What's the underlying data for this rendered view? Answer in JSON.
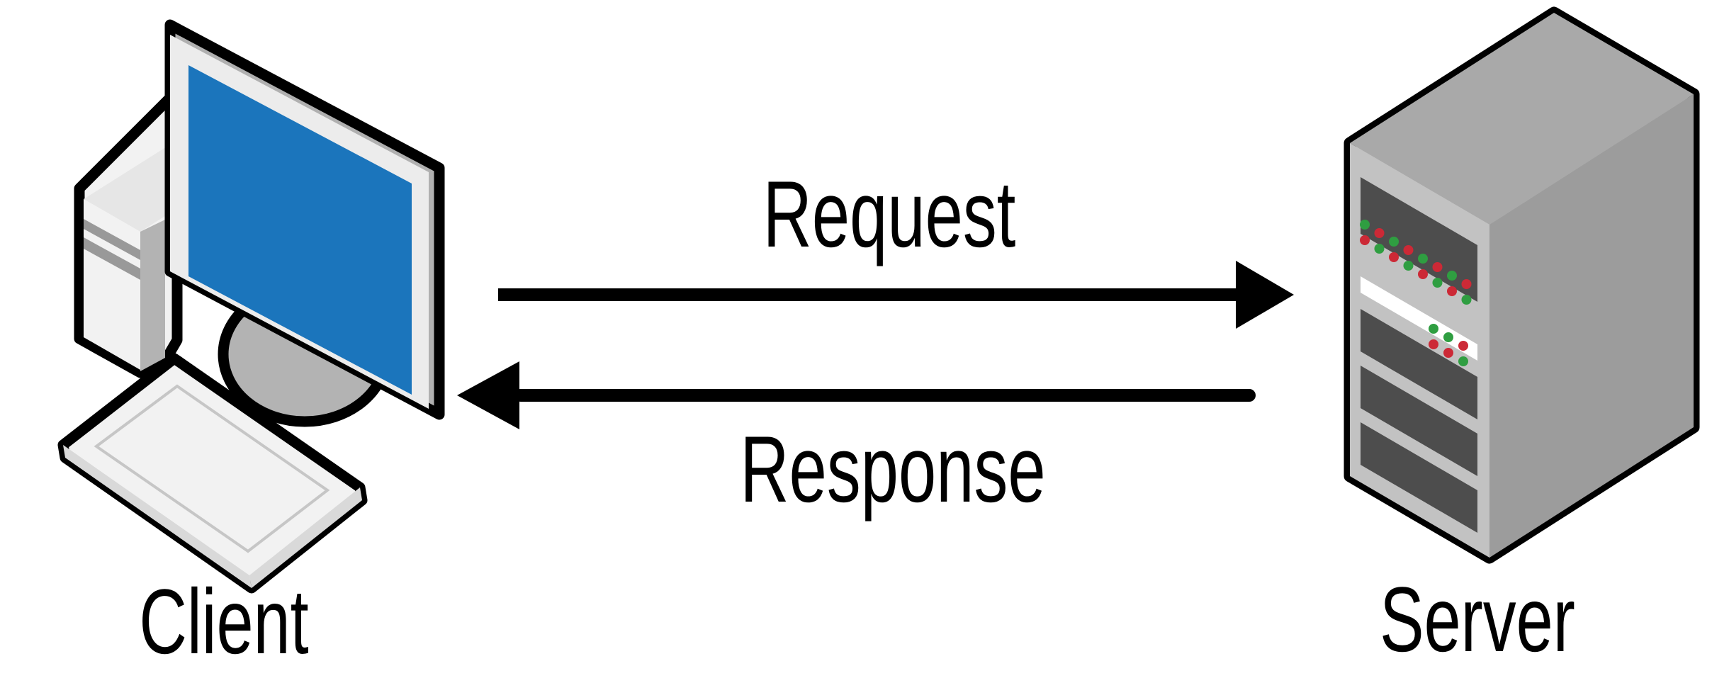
{
  "figure": {
    "title": "Client-server request/response diagram",
    "background": "#ffffff",
    "nodes": [
      {
        "id": "client",
        "label": "Client",
        "icon": "desktop-computer-icon"
      },
      {
        "id": "server",
        "label": "Server",
        "icon": "server-tower-icon"
      }
    ],
    "edges": [
      {
        "id": "request",
        "label": "Request",
        "from": "client",
        "to": "server",
        "direction": "right"
      },
      {
        "id": "response",
        "label": "Response",
        "from": "server",
        "to": "client",
        "direction": "left"
      }
    ]
  },
  "labels": {
    "request": "Request",
    "response": "Response",
    "client": "Client",
    "server": "Server"
  },
  "colors": {
    "background": "#ffffff",
    "outline": "#000000",
    "screen-blue": "#1b75bc",
    "light-face": "#f2f2f2",
    "bezel": "#ececec",
    "top-face": "#e6e6e6",
    "mid-gray": "#b3b3b3",
    "panel-edge": "#b0b0b0",
    "stripe-gray": "#999999",
    "kb-edge": "#d9d9d9",
    "kb-line": "#c6c6c6",
    "server-front": "#c2c2c2",
    "server-top": "#a9a9a9",
    "server-side": "#9c9c9c",
    "slot-dark": "#4d4d4d",
    "led-green": "#2f9e41",
    "led-red": "#cc2936",
    "stripe-white": "#ffffff"
  },
  "server_leds": {
    "panel_rows": [
      [
        "green",
        "red",
        "green",
        "red",
        "green",
        "red",
        "green",
        "red"
      ],
      [
        "red",
        "green",
        "red",
        "green",
        "red",
        "green",
        "red",
        "green"
      ]
    ],
    "cluster_rows": [
      [
        "green",
        "green",
        "red"
      ],
      [
        "red",
        "red",
        "green"
      ]
    ]
  }
}
